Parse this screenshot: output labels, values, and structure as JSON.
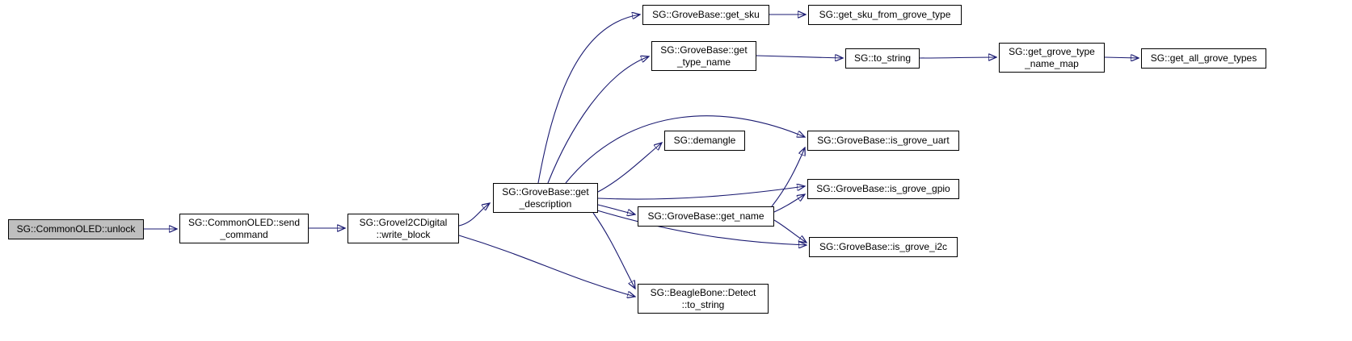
{
  "diagram": {
    "type": "call-graph",
    "colors": {
      "edge": "#191970",
      "node_border": "#000000",
      "node_fill": "#ffffff",
      "highlight_fill": "#bfbfbf",
      "background": "#ffffff"
    },
    "nodes": {
      "unlock": {
        "label": "SG::CommonOLED::unlock",
        "highlighted": true
      },
      "send_command": {
        "label": "SG::CommonOLED::send\n_command"
      },
      "write_block": {
        "label": "SG::GroveI2CDigital\n::write_block"
      },
      "get_description": {
        "label": "SG::GroveBase::get\n_description"
      },
      "get_sku": {
        "label": "SG::GroveBase::get_sku"
      },
      "get_sku_from_grove_type": {
        "label": "SG::get_sku_from_grove_type"
      },
      "get_type_name": {
        "label": "SG::GroveBase::get\n_type_name"
      },
      "to_string": {
        "label": "SG::to_string"
      },
      "get_grove_type_name_map": {
        "label": "SG::get_grove_type\n_name_map"
      },
      "get_all_grove_types": {
        "label": "SG::get_all_grove_types"
      },
      "demangle": {
        "label": "SG::demangle"
      },
      "is_grove_uart": {
        "label": "SG::GroveBase::is_grove_uart"
      },
      "is_grove_gpio": {
        "label": "SG::GroveBase::is_grove_gpio"
      },
      "get_name": {
        "label": "SG::GroveBase::get_name"
      },
      "is_grove_i2c": {
        "label": "SG::GroveBase::is_grove_i2c"
      },
      "detect_to_string": {
        "label": "SG::BeagleBone::Detect\n::to_string"
      }
    },
    "edges": [
      {
        "from": "unlock",
        "to": "send_command"
      },
      {
        "from": "send_command",
        "to": "write_block"
      },
      {
        "from": "write_block",
        "to": "get_description"
      },
      {
        "from": "write_block",
        "to": "detect_to_string"
      },
      {
        "from": "get_description",
        "to": "get_sku"
      },
      {
        "from": "get_description",
        "to": "get_type_name"
      },
      {
        "from": "get_description",
        "to": "is_grove_uart"
      },
      {
        "from": "get_description",
        "to": "demangle"
      },
      {
        "from": "get_description",
        "to": "is_grove_gpio"
      },
      {
        "from": "get_description",
        "to": "get_name"
      },
      {
        "from": "get_description",
        "to": "is_grove_i2c"
      },
      {
        "from": "get_description",
        "to": "detect_to_string"
      },
      {
        "from": "get_sku",
        "to": "get_sku_from_grove_type"
      },
      {
        "from": "get_type_name",
        "to": "to_string"
      },
      {
        "from": "to_string",
        "to": "get_grove_type_name_map"
      },
      {
        "from": "get_grove_type_name_map",
        "to": "get_all_grove_types"
      },
      {
        "from": "get_name",
        "to": "is_grove_uart"
      },
      {
        "from": "get_name",
        "to": "is_grove_gpio"
      },
      {
        "from": "get_name",
        "to": "is_grove_i2c"
      }
    ]
  }
}
